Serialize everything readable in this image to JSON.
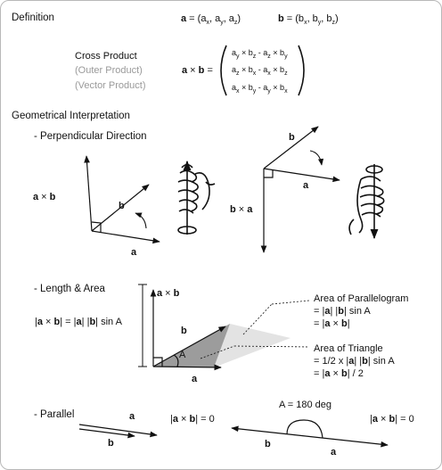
{
  "definition": {
    "heading": "Definition",
    "vector_a": {
      "name": "a",
      "rest": " = (a",
      "c1": "x",
      "m1": ", a",
      "c2": "y",
      "m2": ", a",
      "c3": "z",
      "end": ")"
    },
    "vector_b": {
      "name": "b",
      "rest": " = (b",
      "c1": "x",
      "m1": ", b",
      "c2": "y",
      "m2": ", b",
      "c3": "z",
      "end": ")"
    },
    "cross_label": "Cross Product",
    "outer_label": "(Outer Product)",
    "vector_label": "(Vector Product)",
    "lhs": {
      "a": "a",
      "op": " × ",
      "b": "b",
      "eq": " ="
    },
    "matrix": [
      [
        "a",
        "y",
        " × b",
        "z",
        " - a",
        "z",
        " × b",
        "y"
      ],
      [
        "a",
        "z",
        " × b",
        "x",
        " - a",
        "x",
        " × b",
        "z"
      ],
      [
        "a",
        "x",
        " × b",
        "y",
        " - a",
        "y",
        " × b",
        "x"
      ]
    ]
  },
  "geometric": {
    "heading": "Geometrical Interpretation",
    "perpendicular": {
      "heading": "- Perpendicular Direction",
      "left_result": {
        "a": "a",
        "op": " × ",
        "b": "b"
      },
      "left_a": "a",
      "left_b": "b",
      "right_result": {
        "b": "b",
        "op": " × ",
        "a": "a"
      },
      "right_a": "a",
      "right_b": "b"
    },
    "length_area": {
      "heading": "- Length & Area",
      "vertical_label": {
        "a": "a",
        "op": " × ",
        "b": "b"
      },
      "formula": {
        "p1": "|",
        "a": "a",
        "p2": " × ",
        "b": "b",
        "p3": "| = |",
        "a2": "a",
        "p4": "| |",
        "b2": "b",
        "p5": "| sin A"
      },
      "angle": "A",
      "vec_a": "a",
      "vec_b": "b",
      "parallelogram": {
        "title": "Area of Parallelogram",
        "line2": {
          "p1": "=  |",
          "a": "a",
          "p2": "| |",
          "b": "b",
          "p3": "| sin A"
        },
        "line3": {
          "p1": "= |",
          "a": "a",
          "p2": " × ",
          "b": "b",
          "p3": "|"
        }
      },
      "triangle": {
        "title": "Area of Triangle",
        "line2": {
          "p1": "=  1/2 x |",
          "a": "a",
          "p2": "| |",
          "b": "b",
          "p3": "| sin A"
        },
        "line3": {
          "p1": "= |",
          "a": "a",
          "p2": " × ",
          "b": "b",
          "p3": "| / 2"
        }
      }
    },
    "parallel": {
      "heading": "- Parallel",
      "left_a": "a",
      "left_b": "b",
      "left_eq": {
        "p1": "|",
        "a": "a",
        "p2": " × ",
        "b": "b",
        "p3": "| = 0"
      },
      "angle_label": "A = 180 deg",
      "right_b": "b",
      "right_a": "a",
      "right_eq": {
        "p1": "|",
        "a": "a",
        "p2": " × ",
        "b": "b",
        "p3": "| = 0"
      }
    }
  }
}
